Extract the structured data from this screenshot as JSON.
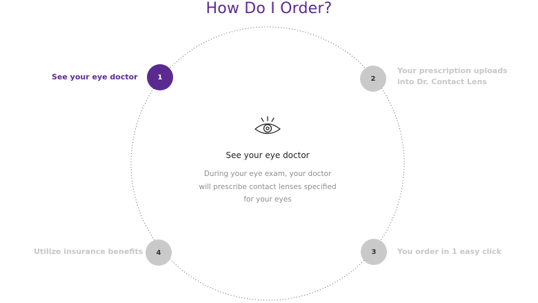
{
  "title": "How Do I Order?",
  "colors": {
    "accent": "#5b2a91",
    "inactive_circle": "#c9c9c9",
    "inactive_text": "#c7c7c7",
    "ring_dots": "#555555"
  },
  "steps": [
    {
      "number": "1",
      "label_lines": [
        "See your eye doctor"
      ],
      "active": true
    },
    {
      "number": "2",
      "label_lines": [
        "Your prescription uploads",
        "into Dr. Contact Lens"
      ],
      "active": false
    },
    {
      "number": "3",
      "label_lines": [
        "You order in 1 easy click"
      ],
      "active": false
    },
    {
      "number": "4",
      "label_lines": [
        "Utilize insurance benefits"
      ],
      "active": false
    }
  ],
  "center": {
    "icon": "eye-icon",
    "title": "See your eye doctor",
    "description_lines": [
      "During your eye exam, your doctor",
      "will prescribe contact lenses specified",
      "for your eyes"
    ]
  }
}
